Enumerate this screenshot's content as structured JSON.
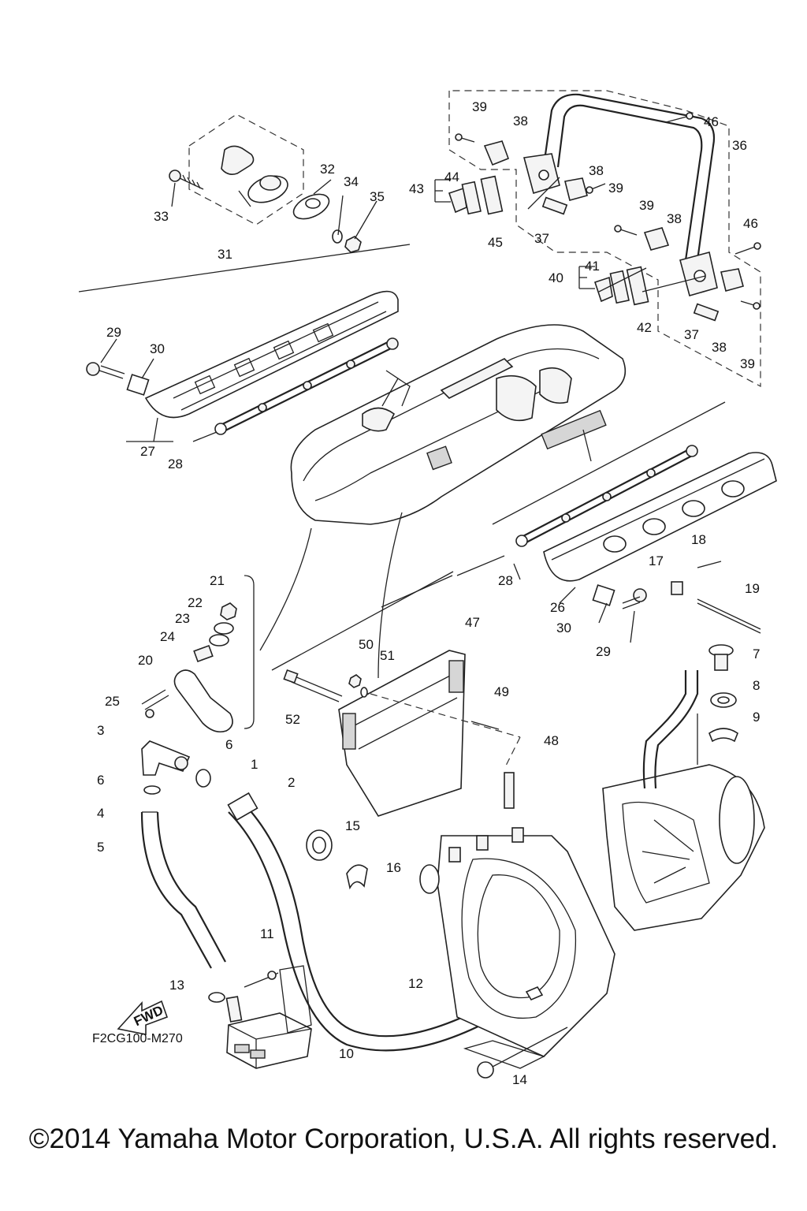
{
  "diagram": {
    "code": "F2CG100-M270",
    "fwd_label": "FWD",
    "callouts": [
      {
        "id": "1",
        "text": "1"
      },
      {
        "id": "2",
        "text": "2"
      },
      {
        "id": "3",
        "text": "3"
      },
      {
        "id": "4",
        "text": "4"
      },
      {
        "id": "5",
        "text": "5"
      },
      {
        "id": "6a",
        "text": "6"
      },
      {
        "id": "6b",
        "text": "6"
      },
      {
        "id": "7",
        "text": "7"
      },
      {
        "id": "8",
        "text": "8"
      },
      {
        "id": "9",
        "text": "9"
      },
      {
        "id": "10",
        "text": "10"
      },
      {
        "id": "11",
        "text": "11"
      },
      {
        "id": "12",
        "text": "12"
      },
      {
        "id": "13",
        "text": "13"
      },
      {
        "id": "14",
        "text": "14"
      },
      {
        "id": "15",
        "text": "15"
      },
      {
        "id": "16",
        "text": "16"
      },
      {
        "id": "17",
        "text": "17"
      },
      {
        "id": "18",
        "text": "18"
      },
      {
        "id": "19",
        "text": "19"
      },
      {
        "id": "20",
        "text": "20"
      },
      {
        "id": "21",
        "text": "21"
      },
      {
        "id": "22",
        "text": "22"
      },
      {
        "id": "23",
        "text": "23"
      },
      {
        "id": "24",
        "text": "24"
      },
      {
        "id": "25",
        "text": "25"
      },
      {
        "id": "26",
        "text": "26"
      },
      {
        "id": "27",
        "text": "27"
      },
      {
        "id": "28a",
        "text": "28"
      },
      {
        "id": "28b",
        "text": "28"
      },
      {
        "id": "29a",
        "text": "29"
      },
      {
        "id": "29b",
        "text": "29"
      },
      {
        "id": "30a",
        "text": "30"
      },
      {
        "id": "30b",
        "text": "30"
      },
      {
        "id": "31",
        "text": "31"
      },
      {
        "id": "32",
        "text": "32"
      },
      {
        "id": "33",
        "text": "33"
      },
      {
        "id": "34",
        "text": "34"
      },
      {
        "id": "35",
        "text": "35"
      },
      {
        "id": "36",
        "text": "36"
      },
      {
        "id": "37a",
        "text": "37"
      },
      {
        "id": "37b",
        "text": "37"
      },
      {
        "id": "38a",
        "text": "38"
      },
      {
        "id": "38b",
        "text": "38"
      },
      {
        "id": "38c",
        "text": "38"
      },
      {
        "id": "38d",
        "text": "38"
      },
      {
        "id": "39a",
        "text": "39"
      },
      {
        "id": "39b",
        "text": "39"
      },
      {
        "id": "39c",
        "text": "39"
      },
      {
        "id": "39d",
        "text": "39"
      },
      {
        "id": "40",
        "text": "40"
      },
      {
        "id": "41",
        "text": "41"
      },
      {
        "id": "42",
        "text": "42"
      },
      {
        "id": "43",
        "text": "43"
      },
      {
        "id": "44",
        "text": "44"
      },
      {
        "id": "45",
        "text": "45"
      },
      {
        "id": "46a",
        "text": "46"
      },
      {
        "id": "46b",
        "text": "46"
      },
      {
        "id": "47",
        "text": "47"
      },
      {
        "id": "48",
        "text": "48"
      },
      {
        "id": "49",
        "text": "49"
      },
      {
        "id": "50",
        "text": "50"
      },
      {
        "id": "51",
        "text": "51"
      },
      {
        "id": "52",
        "text": "52"
      }
    ]
  },
  "footer": {
    "copyright": "©2014 Yamaha Motor Corporation, U.S.A. All rights reserved."
  }
}
